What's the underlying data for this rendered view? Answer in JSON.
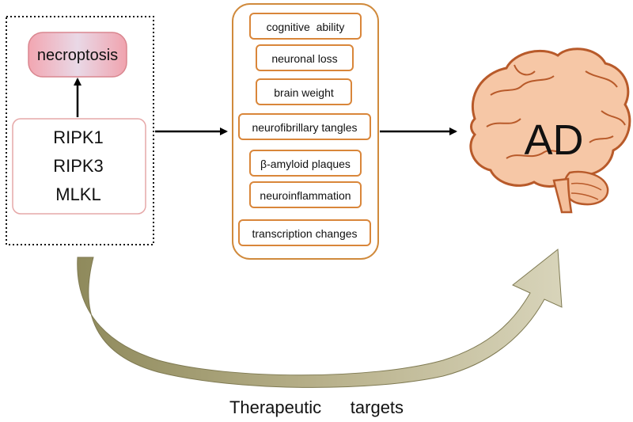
{
  "left_panel": {
    "necroptosis_label": "necroptosis",
    "proteins": [
      "RIPK1",
      "RIPK3",
      "MLKL"
    ]
  },
  "features": [
    "cognitive  ability",
    "neuronal loss",
    "brain weight",
    "neurofibrillary tangles",
    "β-amyloid plaques",
    "neuroinflammation",
    "transcription changes"
  ],
  "outcome_label": "AD",
  "bottom_label": "Therapeutic      targets",
  "colors": {
    "feature_border": "#d9863a",
    "panel_border": "#d08a3c",
    "protein_border": "#e6a8a8",
    "necroptosis_fill": "#f3b9c0",
    "curved_arrow": "#a39a6c",
    "brain_fill": "#f6c7a6",
    "brain_stroke": "#b85a2a"
  }
}
